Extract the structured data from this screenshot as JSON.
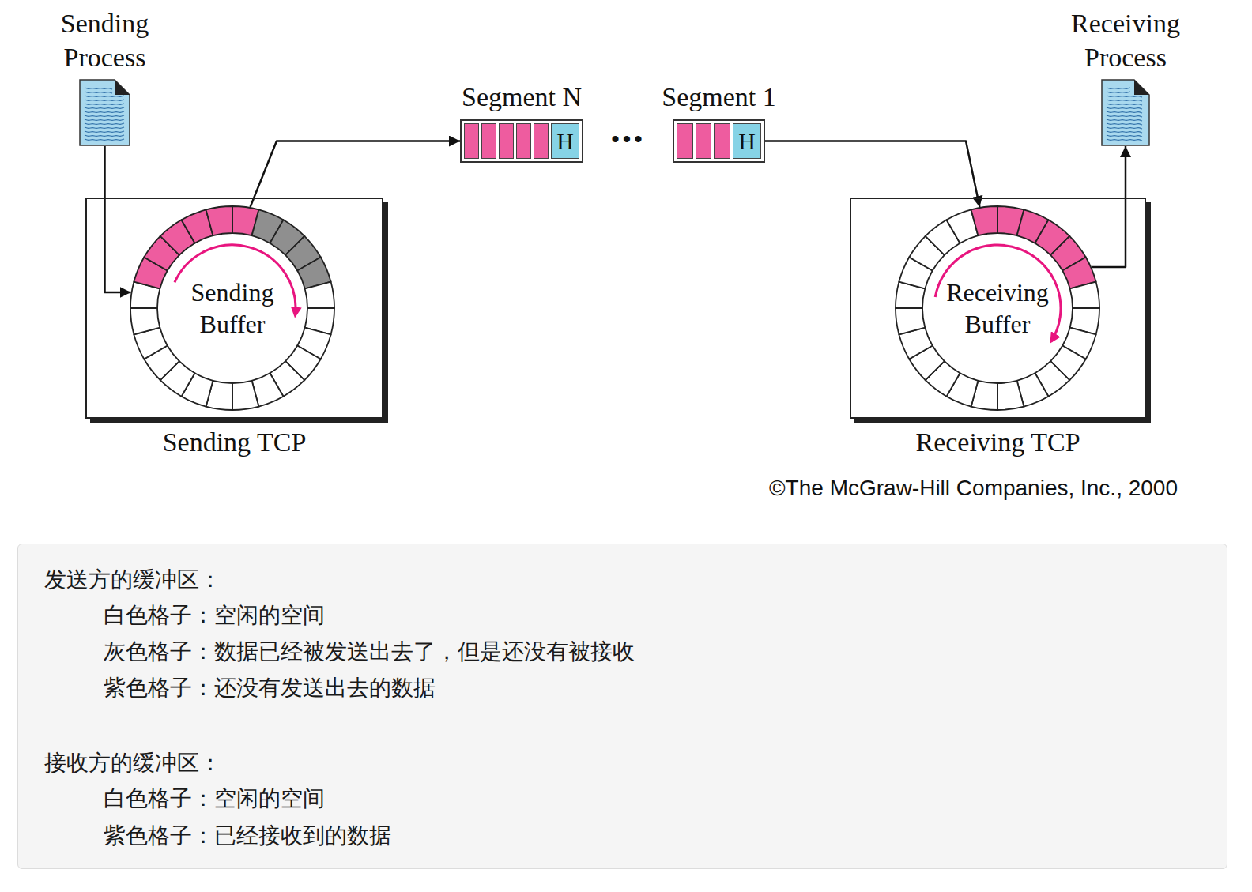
{
  "diagram": {
    "nodes": [
      {
        "text": [
          "Sending Process"
        ]
      },
      {
        "text": [
          "Segment N",
          "H"
        ]
      },
      {
        "text": [
          "Segment 1",
          "H"
        ]
      },
      {
        "text": [
          "Receiving Process"
        ]
      },
      {
        "text": [
          "Sending TCP"
        ]
      },
      {
        "text": [
          "Sending Buffer"
        ],
        "in": 4
      },
      {
        "text": [
          "Receiving TCP"
        ]
      },
      {
        "text": [
          "Receiving Buffer"
        ],
        "in": 6
      },
      {
        "text": [
          "发送方的缓冲区：",
          "白色格子：空闲的空间",
          "灰色格子：数据已经被发送出去了，但是还没有被接收",
          "紫色格子：还没有发送出去的数据",
          "接收方的缓冲区：",
          "白色格子：空闲的空间",
          "紫色格子：已经接收到的数据"
        ]
      }
    ],
    "edges": [
      {
        "from": 0,
        "to": 5,
        "arrow": "to"
      },
      {
        "from": 5,
        "to": 1,
        "arrow": "to"
      },
      {
        "from": 2,
        "to": 7,
        "arrow": "to"
      },
      {
        "from": 7,
        "to": 3,
        "arrow": "to"
      }
    ],
    "labels": [
      "•••",
      "©The McGraw-Hill Companies, Inc., 2000"
    ]
  }
}
